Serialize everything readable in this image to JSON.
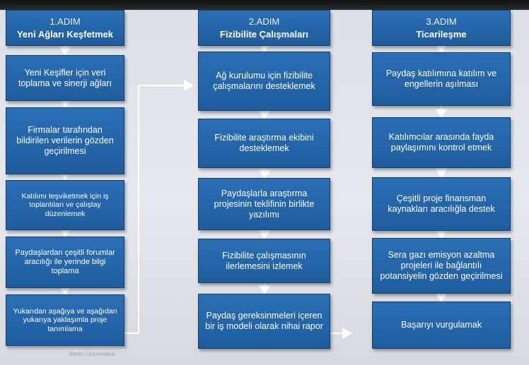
{
  "columns": [
    {
      "step": "1.ADIM",
      "title": "Yeni Ağları Keşfetmek",
      "items": [
        "Yeni Keşifler için veri toplama ve sinerji ağları",
        "Firmalar tarafından bildirilen verilerin gözden geçirilmesi",
        "Katılımı teşviketmek için iş toplantıları ve çalıştay düzenlemek",
        "Paydaşlardan çeşitli forumlar aracılığı ile yerinde bilgi toplama",
        "Yukarıdan aşağıya ve aşağıdan yukarıya yaklaşımla proje tanımlama"
      ]
    },
    {
      "step": "2.ADIM",
      "title": "Fizibilite Çalışmaları",
      "items": [
        "Ağ kurulumu için fizibilite çalışmalarını desteklemek",
        "Fizibilite araştırma ekibini desteklemek",
        "Paydaşlarla araştırma projesinin teklifinin birlikte yazılımı",
        "Fizibilite çalışmasının ilerlemesini izlemek",
        "Paydaş gereksinmeleri içeren bir iş modeli olarak nihai rapor"
      ]
    },
    {
      "step": "3.ADIM",
      "title": "Ticarileşme",
      "items": [
        "Paydaş katılımına katılım ve engellerin aşılması",
        "Katılımcılar arasında fayda paylaşımını kontrol etmek",
        "Çeşitli proje finansman kaynakları aracılığla destek",
        "Sera gazı emisyon azaltma projeleri ile bağlantılı potansiyelin gözden geçirilmesi",
        "Başarıyı vurgulamak"
      ]
    }
  ],
  "footer": "Bartın Üniversitesi",
  "colors": {
    "box": "#2a6fb6",
    "border": "#153f6e",
    "arrow": "#ffffff",
    "background": "#e3e5ea"
  }
}
